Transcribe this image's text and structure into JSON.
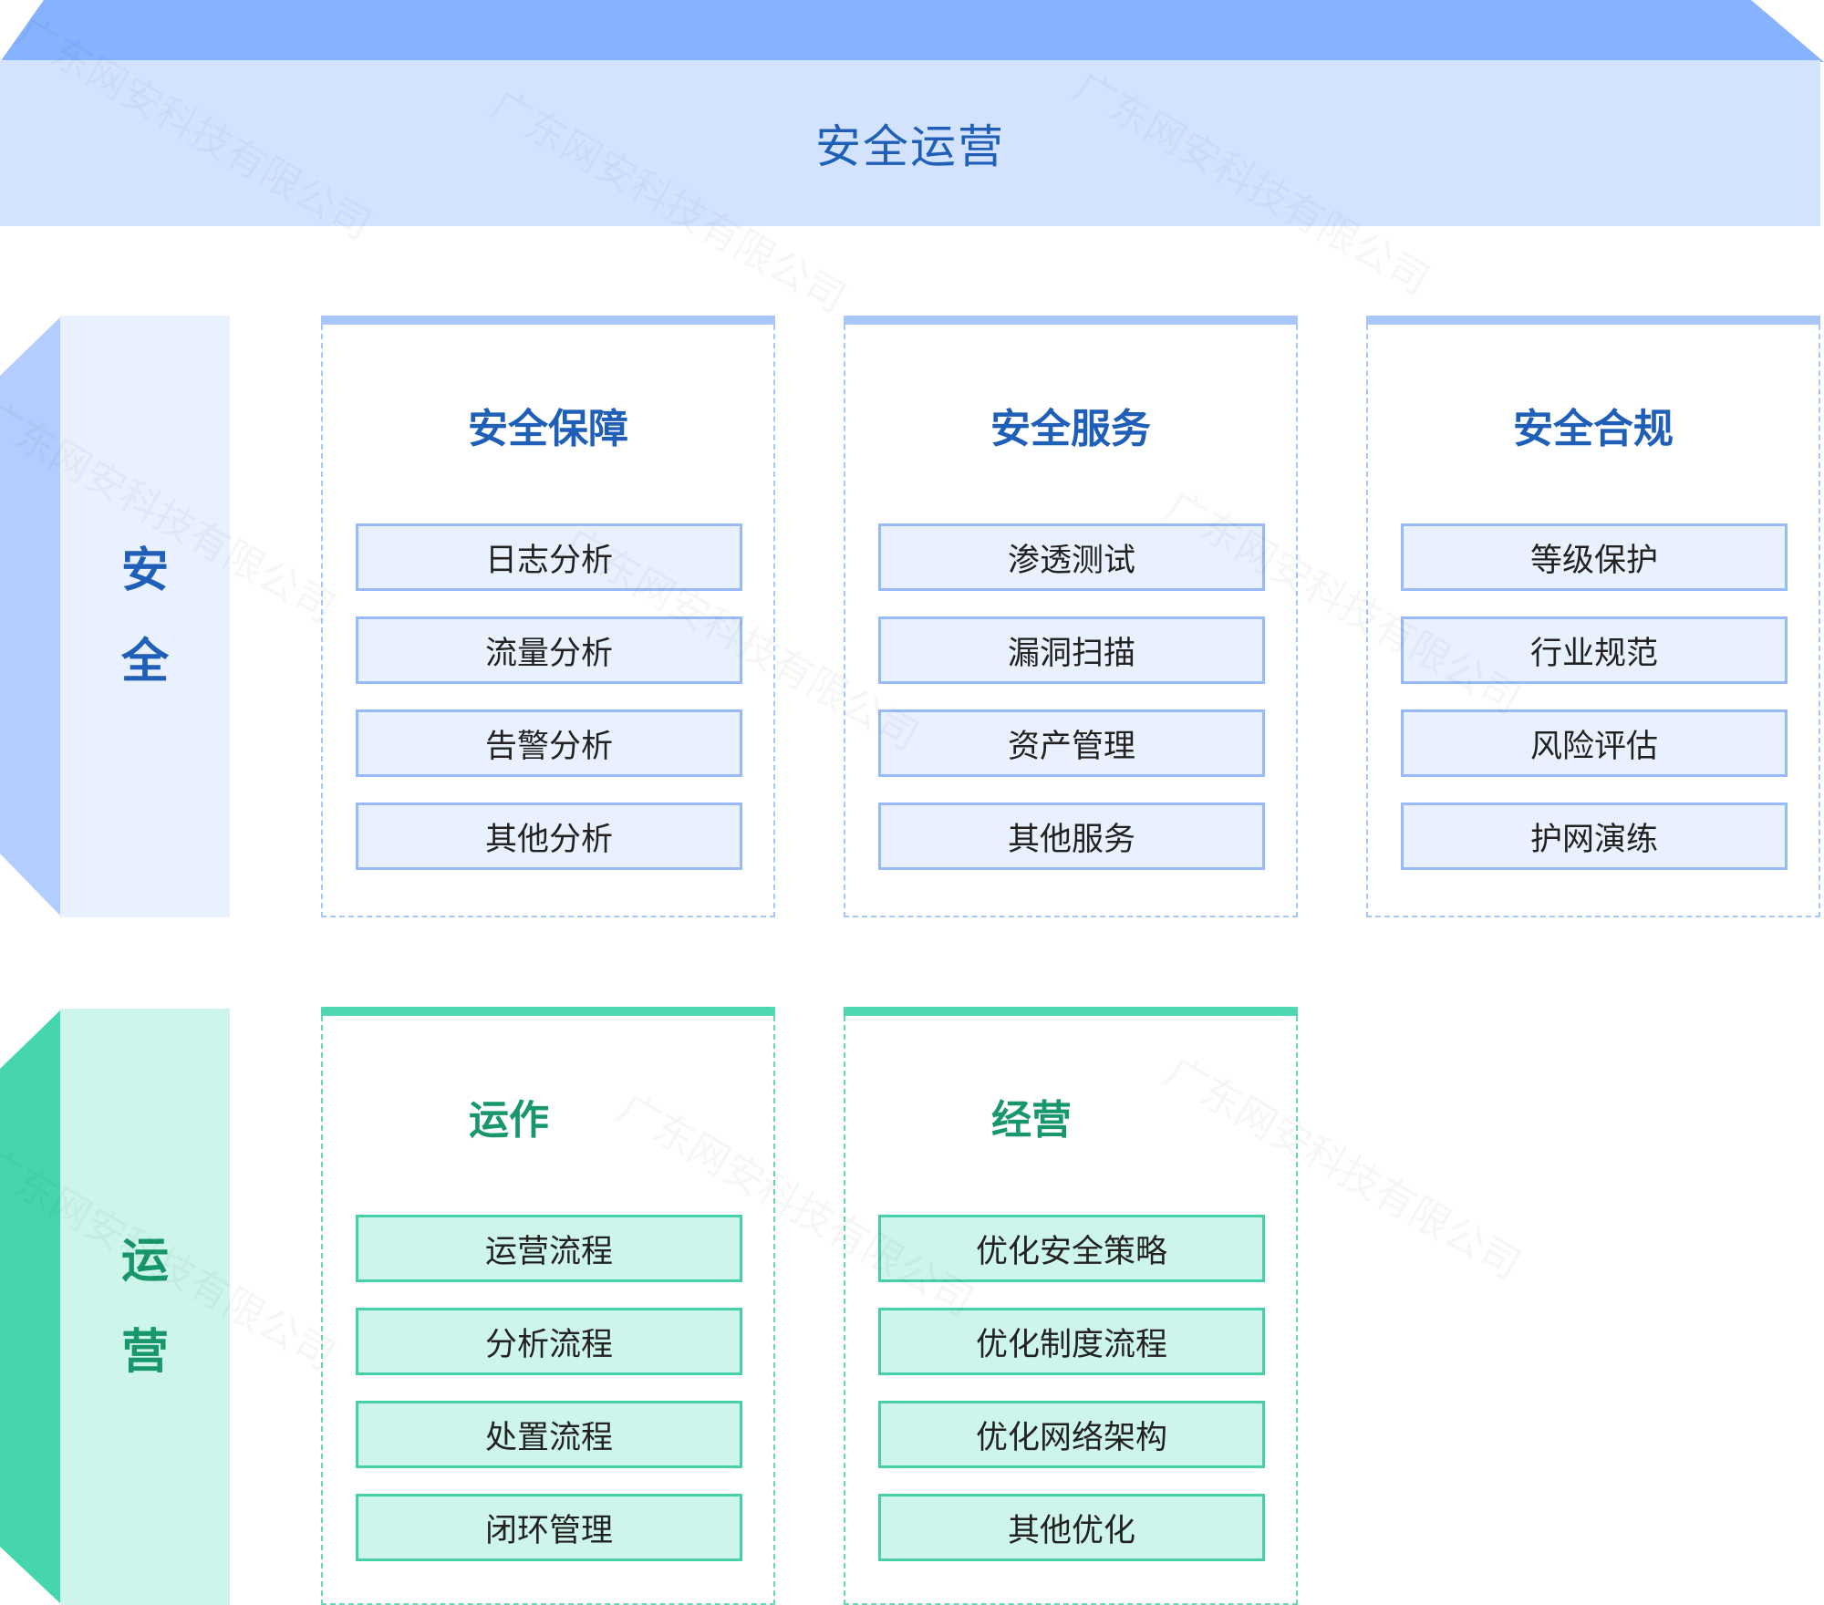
{
  "header": {
    "title": "安全运营"
  },
  "colors": {
    "blue_top": "#86b2ff",
    "blue_face": "#d3e3fe",
    "blue_side": "#b2cdfe",
    "blue_side_face": "#e9f0fe",
    "blue_text": "#1f5fb8",
    "blue_item_bg": "#e9f0fe",
    "blue_item_border": "#98baf6",
    "blue_bar": "#a9c6f8",
    "blue_dash": "#a9c6f8",
    "green_side": "#45d6ad",
    "green_side_face": "#cdf5eb",
    "green_text": "#17976a",
    "green_item_bg": "#cdf5eb",
    "green_item_border": "#47cfa7",
    "green_bar": "#4fd7b2",
    "green_dash": "#66d8b6"
  },
  "security": {
    "side_label": [
      "安",
      "全"
    ],
    "panels": [
      {
        "title": "安全保障",
        "items": [
          "日志分析",
          "流量分析",
          "告警分析",
          "其他分析"
        ]
      },
      {
        "title": "安全服务",
        "items": [
          "渗透测试",
          "漏洞扫描",
          "资产管理",
          "其他服务"
        ]
      },
      {
        "title": "安全合规",
        "items": [
          "等级保护",
          "行业规范",
          "风险评估",
          "护网演练"
        ]
      }
    ]
  },
  "operations": {
    "side_label": [
      "运",
      "营"
    ],
    "panels": [
      {
        "title": "运作",
        "items": [
          "运营流程",
          "分析流程",
          "处置流程",
          "闭环管理"
        ]
      },
      {
        "title": "经营",
        "items": [
          "优化安全策略",
          "优化制度流程",
          "优化网络架构",
          "其他优化"
        ]
      }
    ]
  },
  "watermark": {
    "text": "广东网安科技有限公司"
  }
}
